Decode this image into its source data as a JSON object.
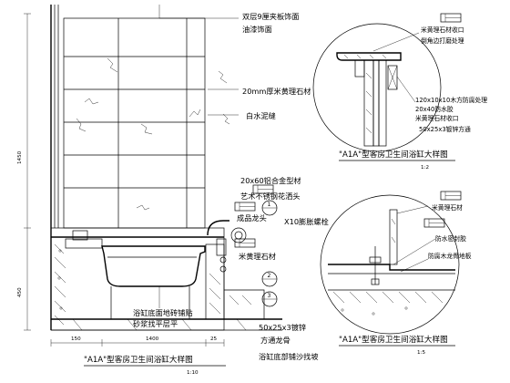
{
  "labels": {
    "cabinet_top": "双层9厘夹板饰面",
    "paint_finish": "油漆饰面",
    "wall_stone_a": "20mm厚米黄理石材",
    "wall_stone_b": "白水泥缝",
    "shower_fitting_a": "20x60铝合金型材",
    "shower_fitting_b": "艺术不锈钢花洒头",
    "mixer": "成品龙头",
    "anchor": "X10膨胀螺栓",
    "skirting": "米黄理石材",
    "floor_a": "浴缸底面地砖铺贴",
    "floor_b": "砂浆找平层平",
    "steel_a": "50x25x3镀锌",
    "steel_b": "方通龙骨",
    "waterproof": "浴缸底部铺沙找坡",
    "b_top_a": "米黄理石材收口",
    "b_top_b": "倒角边打磨处理",
    "b_mid_a": "120x10x10木方防腐处理",
    "b_mid_b": "20x40防水胶",
    "b_mid_c": "米黄理石材收口",
    "b_steel": "50x25x3镀锌方通",
    "c_stone": "米黄理石材",
    "c_wp": "防水密封胶",
    "c_floor": "防腐木龙骨地板"
  },
  "captions": {
    "main": "\"A1A\"型客房卫生间浴缸大样图",
    "detail_b": "\"A1A\"型客房卫生间浴缸大样图",
    "detail_c": "\"A1A\"型客房卫生间浴缸大样图"
  },
  "scales": {
    "main": "1:10",
    "detail_b": "1:2",
    "detail_c": "1:5"
  },
  "detail_numbers": [
    "1",
    "2",
    "3"
  ],
  "dimensions": {
    "total_height": "1450",
    "base_height": "450",
    "ledge_width": "150",
    "tub_width": "1400",
    "gap": "25"
  }
}
